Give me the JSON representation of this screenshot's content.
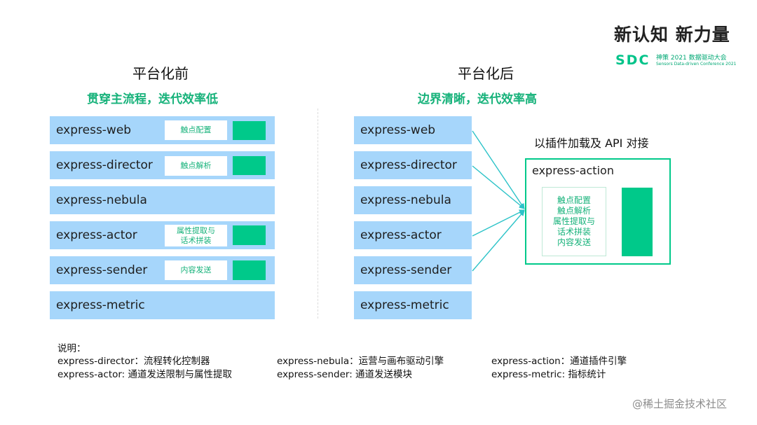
{
  "brand": {
    "slogan": "新认知 新力量",
    "logo_text": "SDC",
    "line1": "神策 2021 数据驱动大会",
    "line2": "Sensors Data-driven Conference 2021"
  },
  "left": {
    "title": "平台化前",
    "subtitle": "贯穿主流程，迭代效率低",
    "modules": [
      {
        "name": "express-web",
        "tag": "触点配置"
      },
      {
        "name": "express-director",
        "tag": "触点解析"
      },
      {
        "name": "express-nebula"
      },
      {
        "name": "express-actor",
        "tag": "属性提取与\n话术拼装"
      },
      {
        "name": "express-sender",
        "tag": "内容发送"
      },
      {
        "name": "express-metric"
      }
    ]
  },
  "right": {
    "title": "平台化后",
    "subtitle": "边界清晰，迭代效率高",
    "modules": [
      "express-web",
      "express-director",
      "express-nebula",
      "express-actor",
      "express-sender",
      "express-metric"
    ],
    "plugin_caption": "以插件加载及 API 对接",
    "action": {
      "name": "express-action",
      "items": [
        "触点配置",
        "触点解析",
        "属性提取与",
        "话术拼装",
        "内容发送"
      ]
    }
  },
  "legend": {
    "title": "说明：",
    "entries": [
      [
        "express-director：流程转化控制器",
        "express-nebula：运营与画布驱动引擎",
        "express-action：通道插件引擎"
      ],
      [
        "express-actor: 通道发送限制与属性提取",
        "express-sender: 通道发送模块",
        "express-metric: 指标统计"
      ]
    ]
  },
  "watermark": "@稀土掘金技术社区",
  "colors": {
    "bar": "#a6d6fb",
    "green": "#00c98a",
    "green_text": "#16b27a",
    "arrow": "#2cc3c8"
  }
}
